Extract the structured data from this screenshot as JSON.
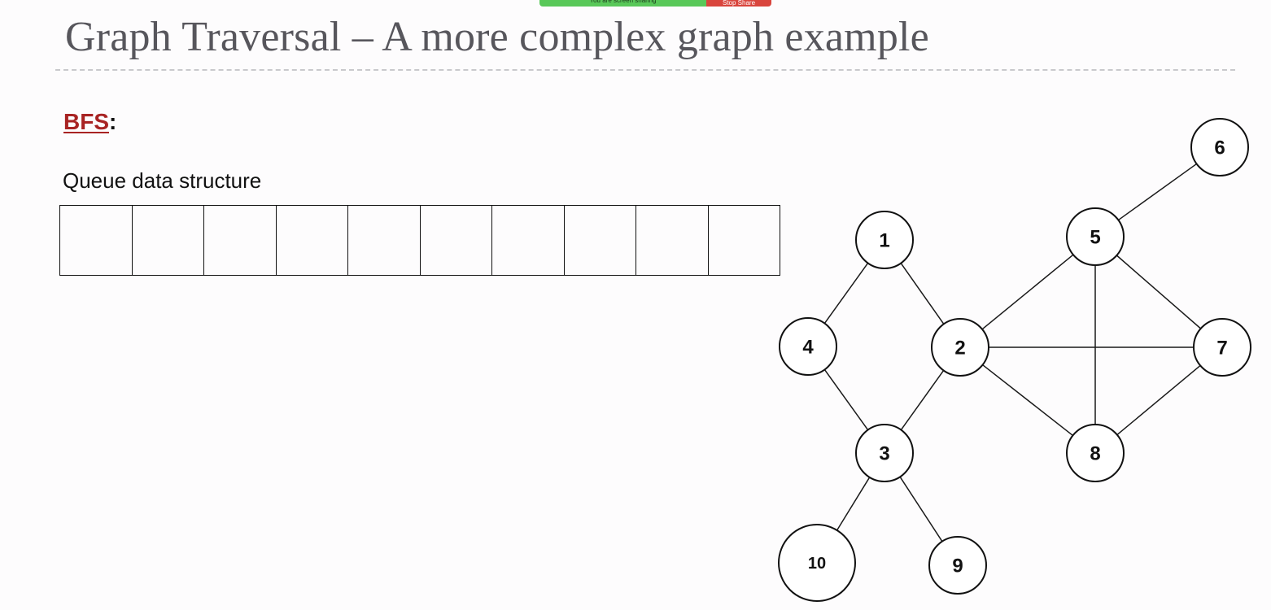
{
  "screen_share": {
    "status_text": "You are screen sharing",
    "stop_label": "Stop Share"
  },
  "slide": {
    "title": "Graph Traversal – A more complex graph example",
    "heading_word": "BFS",
    "heading_suffix": ":",
    "queue_label": "Queue data structure",
    "queue_cells": [
      "",
      "",
      "",
      "",
      "",
      "",
      "",
      "",
      "",
      ""
    ]
  },
  "graph": {
    "nodes": [
      {
        "id": "1",
        "label": "1"
      },
      {
        "id": "2",
        "label": "2"
      },
      {
        "id": "3",
        "label": "3"
      },
      {
        "id": "4",
        "label": "4"
      },
      {
        "id": "5",
        "label": "5"
      },
      {
        "id": "6",
        "label": "6"
      },
      {
        "id": "7",
        "label": "7"
      },
      {
        "id": "8",
        "label": "8"
      },
      {
        "id": "9",
        "label": "9"
      },
      {
        "id": "10",
        "label": "10"
      }
    ],
    "edges": [
      [
        "1",
        "4"
      ],
      [
        "1",
        "2"
      ],
      [
        "4",
        "3"
      ],
      [
        "2",
        "3"
      ],
      [
        "2",
        "5"
      ],
      [
        "2",
        "7"
      ],
      [
        "2",
        "8"
      ],
      [
        "5",
        "6"
      ],
      [
        "5",
        "7"
      ],
      [
        "5",
        "8"
      ],
      [
        "7",
        "8"
      ],
      [
        "3",
        "10"
      ],
      [
        "3",
        "9"
      ]
    ]
  }
}
